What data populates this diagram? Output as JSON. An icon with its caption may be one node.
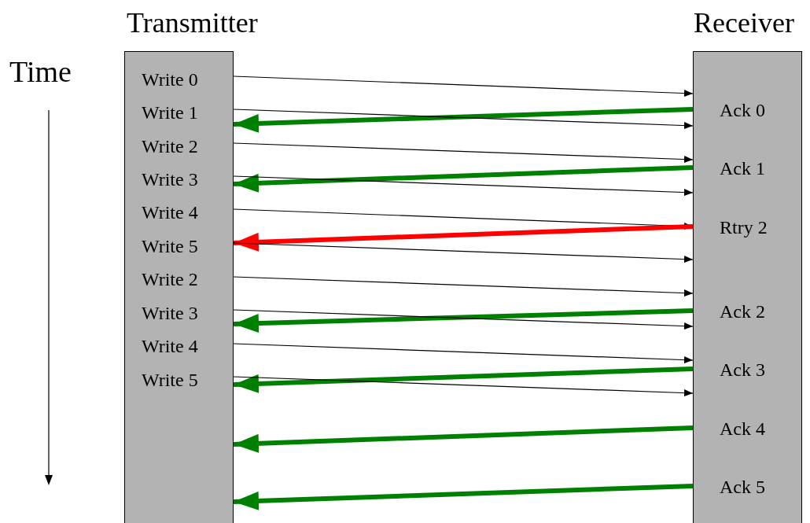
{
  "diagram": {
    "nodes": [
      {
        "text": [
          "Transmitter"
        ]
      },
      {
        "text": [
          "Receiver"
        ]
      },
      {
        "text": [
          "Write 0"
        ],
        "in": 0
      },
      {
        "text": [
          "Write 1"
        ],
        "in": 0
      },
      {
        "text": [
          "Write 2"
        ],
        "in": 0
      },
      {
        "text": [
          "Write 3"
        ],
        "in": 0
      },
      {
        "text": [
          "Write 4"
        ],
        "in": 0
      },
      {
        "text": [
          "Write 5"
        ],
        "in": 0
      },
      {
        "text": [
          "Write 2"
        ],
        "in": 0
      },
      {
        "text": [
          "Write 3"
        ],
        "in": 0
      },
      {
        "text": [
          "Write 4"
        ],
        "in": 0
      },
      {
        "text": [
          "Write 5"
        ],
        "in": 0
      },
      {
        "text": [
          "Ack 0"
        ],
        "in": 1
      },
      {
        "text": [
          "Ack 1"
        ],
        "in": 1
      },
      {
        "text": [
          "Rtry 2"
        ],
        "in": 1
      },
      {
        "text": [
          "Ack 2"
        ],
        "in": 1
      },
      {
        "text": [
          "Ack 3"
        ],
        "in": 1
      },
      {
        "text": [
          "Ack 4"
        ],
        "in": 1
      },
      {
        "text": [
          "Ack 5"
        ],
        "in": 1
      }
    ],
    "edges": [
      {
        "from": 2,
        "to": 1,
        "arrow": "to"
      },
      {
        "from": 12,
        "to": 0,
        "arrow": "to",
        "style": "thick",
        "color": "#008000"
      },
      {
        "from": 3,
        "to": 1,
        "arrow": "to"
      },
      {
        "from": 4,
        "to": 1,
        "arrow": "to"
      },
      {
        "from": 13,
        "to": 0,
        "arrow": "to",
        "style": "thick",
        "color": "#008000"
      },
      {
        "from": 5,
        "to": 1,
        "arrow": "to"
      },
      {
        "from": 6,
        "to": 1,
        "arrow": "to"
      },
      {
        "from": 14,
        "to": 0,
        "arrow": "to",
        "style": "thick",
        "color": "#ff0000"
      },
      {
        "from": 7,
        "to": 1,
        "arrow": "to"
      },
      {
        "from": 8,
        "to": 1,
        "arrow": "to"
      },
      {
        "from": 15,
        "to": 0,
        "arrow": "to",
        "style": "thick",
        "color": "#008000"
      },
      {
        "from": 9,
        "to": 1,
        "arrow": "to"
      },
      {
        "from": 10,
        "to": 1,
        "arrow": "to"
      },
      {
        "from": 16,
        "to": 0,
        "arrow": "to",
        "style": "thick",
        "color": "#008000"
      },
      {
        "from": 11,
        "to": 1,
        "arrow": "to"
      },
      {
        "from": 17,
        "to": 0,
        "arrow": "to",
        "style": "thick",
        "color": "#008000"
      },
      {
        "from": 18,
        "to": 0,
        "arrow": "to",
        "style": "thick",
        "color": "#008000"
      }
    ],
    "labels": [
      "Time"
    ]
  }
}
